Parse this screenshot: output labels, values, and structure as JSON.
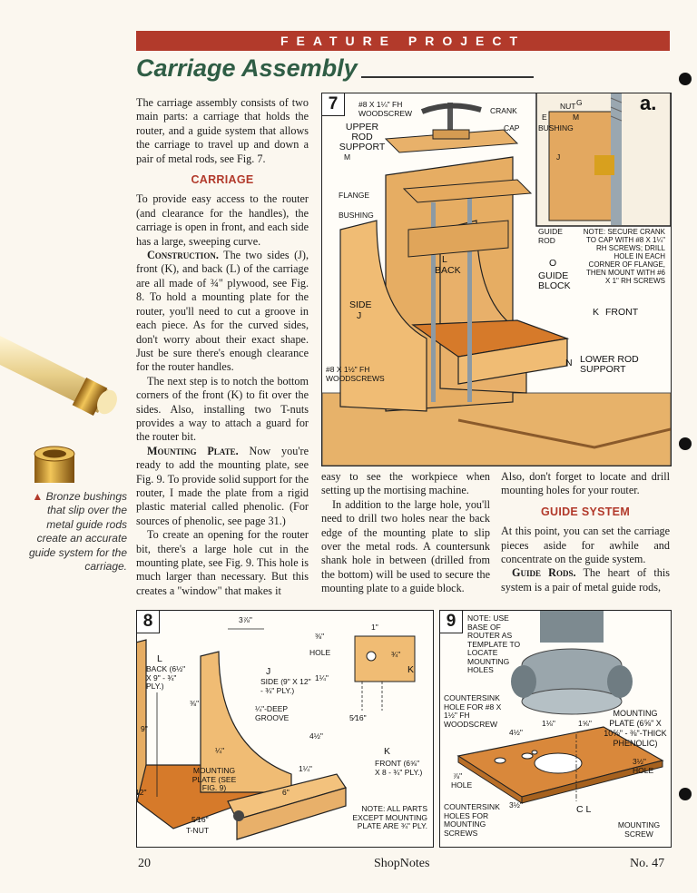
{
  "header": {
    "banner": "FEATURE PROJECT",
    "title": "Carriage Assembly"
  },
  "col1": {
    "intro": "The carriage assembly consists of two main parts: a carriage that holds the router, and a guide system that allows the carriage to travel up and down a pair of metal rods, see Fig. 7.",
    "carriage_head": "CARRIAGE",
    "p1": "To provide easy access to the router (and clearance for the handles), the carriage is open in front, and each side has a large, sweeping curve.",
    "construction_head": "Construction.",
    "p2": "The two sides (J), front (K), and back (L) of the carriage are all made of ¾\" plywood, see Fig. 8. To hold a mounting plate for the router, you'll need to cut a groove in each piece. As for the curved sides, don't worry about their exact shape. Just be sure there's enough clearance for the router handles.",
    "p3": "The next step is to notch the bottom corners of the front (K) to fit over the sides. Also, installing two T-nuts provides a way to attach a guard for the router bit."
  },
  "col1b": {
    "mounting_head": "Mounting Plate.",
    "p4": "Now you're ready to add the mounting plate, see Fig. 9. To provide solid support for the router, I made the plate from a rigid plastic material called phenolic. (For sources of phenolic, see page 31.)",
    "p5": "To create an opening for the router bit, there's a large hole cut in the mounting plate, see Fig. 9. This hole is much larger than necessary. But this creates a \"window\" that makes it"
  },
  "col2": {
    "p1": "easy to see the workpiece when setting up the mortising machine.",
    "p2": "In addition to the large hole, you'll need to drill two holes near the back edge of the mounting plate to slip over the metal rods. A countersunk shank hole in between (drilled from the bottom) will be used to secure the mounting plate to a guide block."
  },
  "col3": {
    "p1": "Also, don't forget to locate and drill mounting holes for your router.",
    "guide_head": "GUIDE SYSTEM",
    "p2": "At this point, you can set the carriage pieces aside for awhile and concentrate on the guide system.",
    "rods_head": "Guide Rods.",
    "p3": "The heart of this system is a pair of metal guide rods,"
  },
  "caption": "Bronze bushings that slip over the metal guide rods create an accurate guide system for the carriage.",
  "fig7": {
    "num": "7",
    "screw_top": "#8 x 1¼\" Fh Woodscrew",
    "crank": "Crank",
    "cap": "Cap",
    "upper_rod": "Upper Rod Support",
    "m1": "M",
    "flange": "Flange",
    "bushing": "Bushing",
    "l": "L",
    "back": "Back",
    "side": "Side",
    "j": "J",
    "o": "O",
    "guide_rod": "Guide Rod",
    "guide_block": "Guide Block",
    "front": "Front",
    "k": "K",
    "screw_bottom": "#8 x 1½\" Fh Woodscrews",
    "n": "N",
    "lower_rod": "Lower Rod Support",
    "note": "NOTE: Secure crank to cap with #8 x 1¼\" Rh screws; drill hole in each corner of flange, then mount with #6 x 1\" Rh screws",
    "inset_letter": "a.",
    "nut": "Nut",
    "inset_bushing": "Bushing",
    "e": "E",
    "m2": "M",
    "g": "G",
    "j2": "J"
  },
  "fig8": {
    "num": "8",
    "dim_top": "3⅞\"",
    "l": "L",
    "back": "Back (6½\" x 9\" - ¾\" Ply.)",
    "j": "J",
    "side": "Side (9\" x 12\" - ¾\" Ply.)",
    "groove": "¼\"-Deep Groove",
    "hole": "Hole",
    "d38": "⅜\"",
    "d1": "1\"",
    "d34": "¾\"",
    "d14": "1¼\"",
    "d516": "5⁄16\"",
    "d14b": "¼\"",
    "k": "K",
    "d9": "9\"",
    "d12": "12\"",
    "d38b": "⅜\"",
    "d412": "4½\"",
    "d114": "1¼\"",
    "mounting": "Mounting Plate (See Fig. 9)",
    "d6": "6\"",
    "k2": "K",
    "front": "Front (6⅝\" x 8 - ¾\" Ply.)",
    "d516b": "5⁄16\"",
    "tnut": "T-Nut",
    "note": "NOTE: All parts except mounting plate are ¾\" Ply."
  },
  "fig9": {
    "num": "9",
    "note": "NOTE: Use base of router as template to locate mounting holes",
    "countersink": "Countersink hole for #8 x 1½\" Fh Woodscrew",
    "d412": "4½\"",
    "d116": "1⅛\"",
    "d1716": "1⅝\"",
    "mounting": "Mounting Plate (6⅝\" x 10⅝\" - ⅜\"-Thick Phenolic)",
    "d312": "3½\"",
    "hole": "Hole",
    "d78": "⅞\"",
    "hole2": "Hole",
    "d312b": "3½\"",
    "countersink2": "Countersink holes for mounting screws",
    "cl": "C L",
    "screw": "Mounting Screw"
  },
  "footer": {
    "page": "20",
    "magazine": "ShopNotes",
    "issue": "No. 47"
  },
  "colors": {
    "banner": "#b23a2b",
    "title": "#2f5d45",
    "wood": "#e0a55a",
    "phenolic": "#d9883b"
  }
}
